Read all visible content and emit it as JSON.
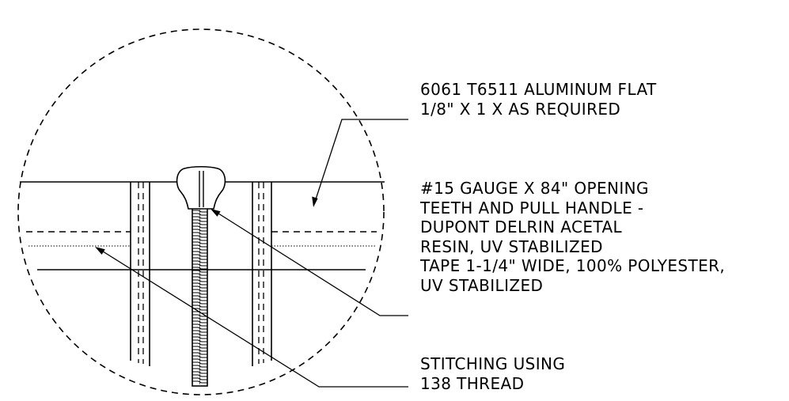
{
  "callouts": {
    "aluminum": {
      "line1": "6061 T6511 ALUMINUM FLAT",
      "line2": "1/8\" X 1 X AS REQUIRED"
    },
    "zipper": {
      "line1": "#15 GAUGE X 84\" OPENING",
      "line2": "TEETH AND PULL HANDLE -",
      "line3": "DUPONT DELRIN ACETAL",
      "line4": "RESIN, UV STABILIZED",
      "line5": "TAPE 1-1/4\" WIDE, 100% POLYESTER,",
      "line6": "UV STABILIZED"
    },
    "stitching": {
      "line1": "STITCHING USING",
      "line2": "138 THREAD"
    }
  },
  "colors": {
    "ink": "#000000",
    "background": "#ffffff"
  }
}
